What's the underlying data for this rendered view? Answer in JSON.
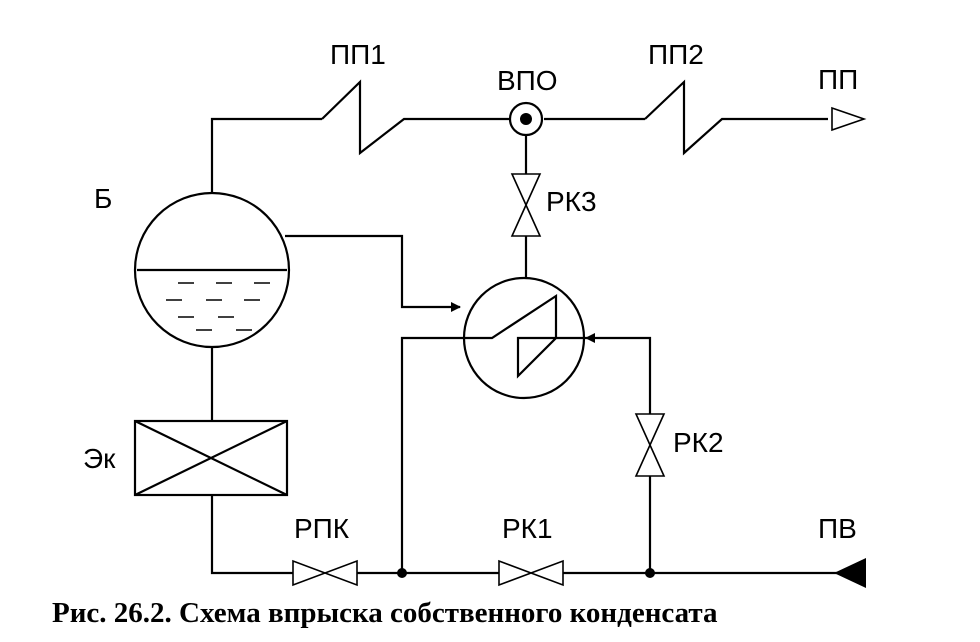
{
  "labels": {
    "pp1": "ПП1",
    "vpo": "ВПО",
    "pp2": "ПП2",
    "pp": "ПП",
    "b": "Б",
    "rk3": "РК3",
    "ek": "Эк",
    "rk2": "РК2",
    "rpk": "РПК",
    "rk1": "РК1",
    "pv": "ПВ"
  },
  "caption": "Рис. 26.2. Схема впрыска собственного конденсата"
}
